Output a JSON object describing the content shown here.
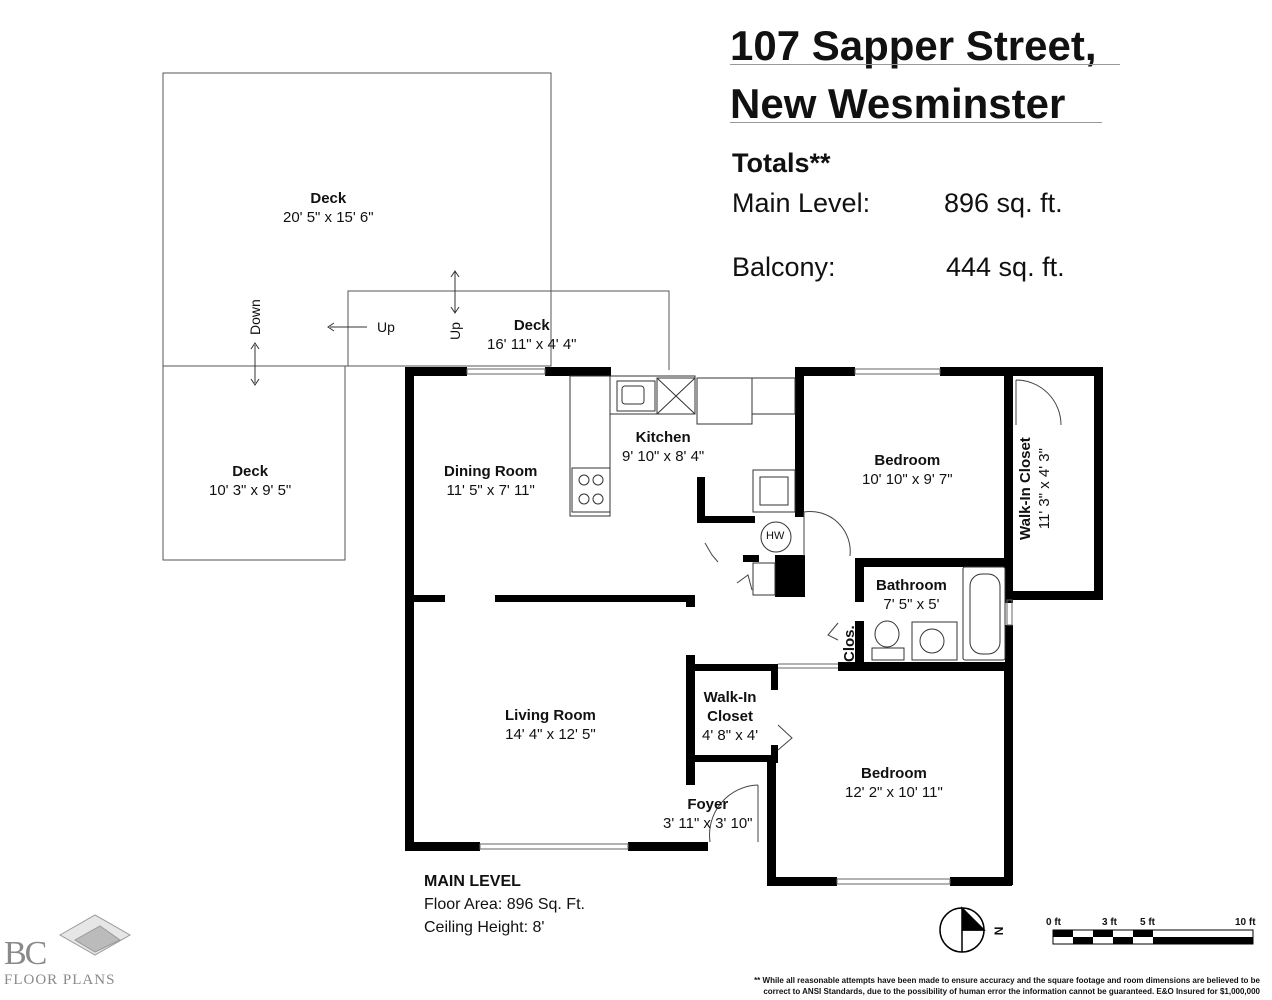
{
  "header": {
    "address_line1": "107 Sapper Street,",
    "address_line2": "New Wesminster"
  },
  "totals": {
    "heading": "Totals**",
    "main_level_label": "Main Level:",
    "main_level_value": "896 sq. ft.",
    "balcony_label": "Balcony:",
    "balcony_value": "444 sq. ft."
  },
  "rooms": {
    "deck_large": {
      "name": "Deck",
      "dims": "20' 5\" x 15' 6\""
    },
    "deck_left": {
      "name": "Deck",
      "dims": "10' 3\" x 9' 5\""
    },
    "deck_top": {
      "name": "Deck",
      "dims": "16' 11\" x 4' 4\""
    },
    "dining": {
      "name": "Dining Room",
      "dims": "11' 5\" x 7' 11\""
    },
    "kitchen": {
      "name": "Kitchen",
      "dims": "9' 10\" x 8' 4\""
    },
    "bedroom1": {
      "name": "Bedroom",
      "dims": "10' 10\" x 9' 7\""
    },
    "walkin1": {
      "name": "Walk-In Closet",
      "dims": "11' 3\" x 4' 3\""
    },
    "bathroom": {
      "name": "Bathroom",
      "dims": "7' 5\" x 5'"
    },
    "clos": {
      "name": "Clos."
    },
    "living": {
      "name": "Living Room",
      "dims": "14' 4\" x 12' 5\""
    },
    "walkin2": {
      "name1": "Walk-In",
      "name2": "Closet",
      "dims": "4' 8\" x 4'"
    },
    "bedroom2": {
      "name": "Bedroom",
      "dims": "12' 2\" x 10' 11\""
    },
    "foyer": {
      "name": "Foyer",
      "dims": "3' 11\" x 3' 10\""
    },
    "hw": "HW"
  },
  "stairs": {
    "down": "Down",
    "up1": "Up",
    "up2": "Up"
  },
  "main_level": {
    "heading": "MAIN LEVEL",
    "floor_area": "Floor Area: 896 Sq. Ft.",
    "ceiling": "Ceiling Height: 8'"
  },
  "compass": {
    "north": "N"
  },
  "scale": {
    "t0": "0 ft",
    "t3": "3 ft",
    "t5": "5 ft",
    "t10": "10 ft"
  },
  "disclaimer": {
    "line1": "** While all reasonable attempts have been made to ensure accuracy and the square footage and room dimensions are believed to be",
    "line2": "correct to ANSI Standards, due to the possibility of human error the information cannot be guaranteed. E&O Insured for $1,000,000"
  },
  "logo": {
    "bc": "BC",
    "fp": "FLOOR PLANS"
  }
}
